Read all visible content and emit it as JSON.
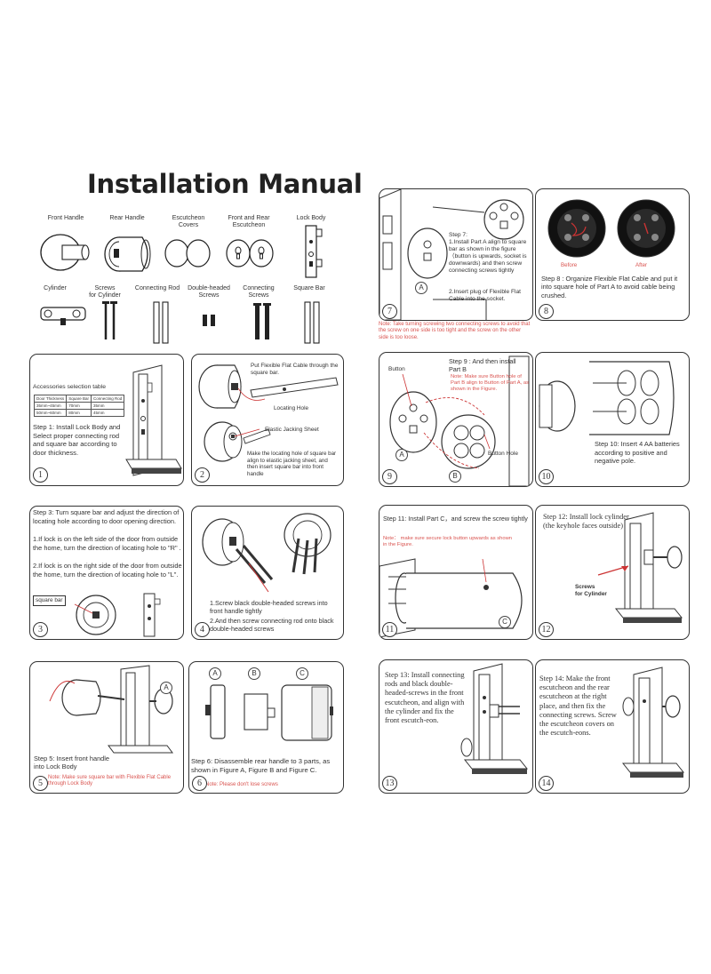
{
  "title": "Installation Manual",
  "parts_row1": [
    "Front Handle",
    "Rear Handle",
    "Escutcheon\nCovers",
    "Front and Rear\nEscutcheon",
    "Lock Body"
  ],
  "parts_row2": [
    "Cylinder",
    "Screws\nfor Cylinder",
    "Connecting Rod",
    "Double-headed\nScrews",
    "Connecting\nScrews",
    "Square Bar"
  ],
  "step1": {
    "number": "1",
    "table_title": "Accessories selection table",
    "table": {
      "headers": [
        "Door Thickness",
        "Square Bar",
        "Connecting Rod"
      ],
      "rows": [
        [
          "35mm~45mm",
          "70mm",
          "35mm"
        ],
        [
          "50mm~60mm",
          "80mm",
          "45mm"
        ]
      ]
    },
    "text": "Step 1: Install Lock Body and Select proper connecting rod and square bar according to door thickness."
  },
  "step2": {
    "number": "2",
    "label1": "Put Flexible Flat Cable through the square bar.",
    "label2": "Locating Hole",
    "label3": "Elastic Jacking Sheet",
    "text": "Make the locating hole of square bar align to elastic jacking sheet, and then insert square bar into front handle"
  },
  "step3": {
    "number": "3",
    "text_intro": "Step 3: Turn square bar and adjust the direction of locating hole according to door opening direction.",
    "text_1": "1.If lock is on the left side of the door from outside the home, turn the direction of locating hole to \"R\" .",
    "text_2": "2.If lock is on the right side of the door from outside the home, turn the direction of locating hole to \"L\".",
    "label": "square bar"
  },
  "step4": {
    "number": "4",
    "text_1": "1.Screw black double-headed screws into front handle tightly",
    "text_2": "2.And then screw connecting rod onto black double-headed screws"
  },
  "step5": {
    "number": "5",
    "letter": "A",
    "text": "Step 5: Insert front handle into Lock Body",
    "note": "Note: Make sure square bar with Flexible Flat Cable through Lock Body"
  },
  "step6": {
    "number": "6",
    "letters": [
      "A",
      "B",
      "C"
    ],
    "text": "Step 6: Disassemble rear handle to 3 parts, as shown in Figure A, Figure B and Figure C.",
    "note": "Note: Please don't lose screws"
  },
  "step7": {
    "number": "7",
    "letter": "A",
    "text_intro": "Step 7:",
    "text_1": "1.Install Part A align to square bar as shown in the figure （button is upwards, socket is downwards) and then screw connecting screws tightly",
    "text_2": "2.Insert plug of Flexible Flat Cable into the socket.",
    "note": "Note: Take turning screwing two connecting screws to avoid that the screw on one side is too tight and the screw on the other side is too loose."
  },
  "step8": {
    "number": "8",
    "before": "Before",
    "after": "After",
    "text": "Step 8 : Organize Flexible Flat Cable and put it into square hole of Part A to avoid cable being crushed."
  },
  "step9": {
    "number": "9",
    "letters": [
      "A",
      "B"
    ],
    "button_label": "Button",
    "button_hole_label": "Button Hole",
    "text": "Step 9 : And then install Part B",
    "note": "Note: Make sure Button hole of Part B align to Button of Part A, as shown in the Figure."
  },
  "step10": {
    "number": "10",
    "text": "Step 10: Insert 4 AA batteries according to positive and negative pole."
  },
  "step11": {
    "number": "11",
    "letter": "C",
    "text": "Step 11: Install Part C，and screw the screw tightly",
    "note": "Note： make sure secure lock button upwards as shown in the Figure."
  },
  "step12": {
    "number": "12",
    "text": "Step 12:   Install lock cylinder (the keyhole faces outside)",
    "label": "Screws\nfor Cylinder"
  },
  "step13": {
    "number": "13",
    "text": "Step 13: Install connecting rods and black double-headed-screws in the front escutcheon, and align with the cylinder and fix the front escutch-eon."
  },
  "step14": {
    "number": "14",
    "text": "Step 14: Make the front escutcheon and the rear escutcheon at the right place, and then fix the connecting screws. Screw the escutcheon covers on the escutch-eons."
  }
}
